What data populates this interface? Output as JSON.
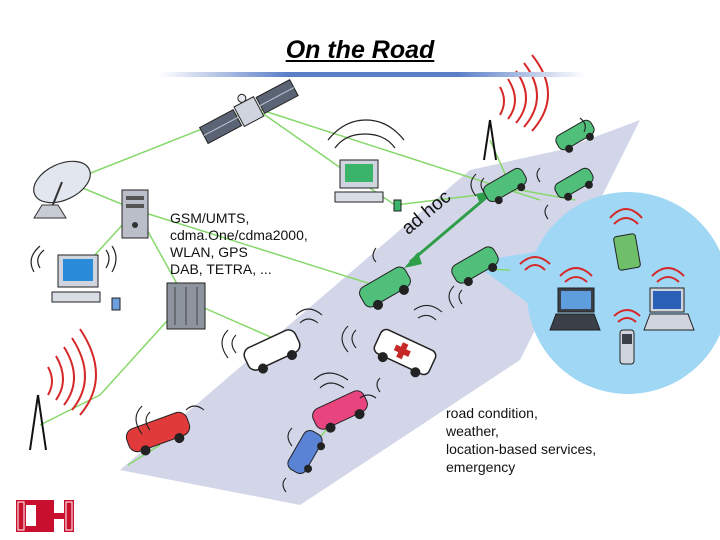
{
  "slide": {
    "title": "On the Road",
    "technologies": [
      "GSM/UMTS,",
      "cdma.One/cdma2000,",
      "WLAN, GPS",
      "DAB, TETRA, ..."
    ],
    "adhoc_label": "ad hoc",
    "services": [
      "road condition,",
      "weather,",
      "location-based services,",
      "emergency"
    ]
  },
  "colors": {
    "link": "#86d86a",
    "road": "#d3d6e9",
    "bubble": "#9fd7f4",
    "signal": "#d62828",
    "car_green": "#4fbf7a",
    "car_red": "#e03a3a",
    "car_pink": "#e8457e",
    "car_blue": "#5a83d6",
    "logo_red": "#c8102e"
  },
  "icons": [
    "satellite-icon",
    "dish-antenna-icon",
    "server-icon",
    "desktop-computer-icon",
    "cell-tower-icon",
    "car-icon",
    "ambulance-icon",
    "pda-icon",
    "laptop-icon",
    "mobile-phone-icon",
    "university-logo-icon"
  ]
}
